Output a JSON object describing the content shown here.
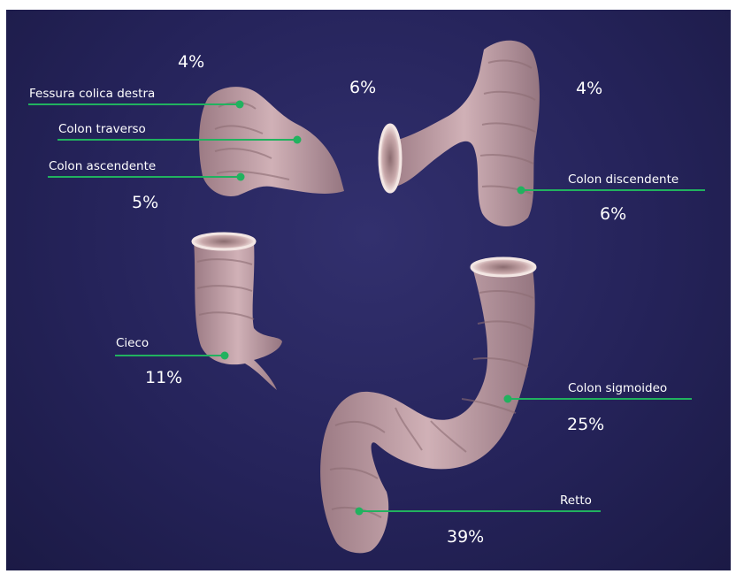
{
  "segments": [
    {
      "id": "fessura-colica-destra",
      "label": "Fessura colica destra",
      "percent": "4%"
    },
    {
      "id": "colon-traverso",
      "label": "Colon traverso",
      "percent": "6%"
    },
    {
      "id": "colon-ascendente",
      "label": "Colon ascendente",
      "percent": "5%"
    },
    {
      "id": "colon-discendente",
      "label": "Colon discendente",
      "percent": "6%"
    },
    {
      "id": "colon-discendente-top",
      "label": "",
      "percent": "4%"
    },
    {
      "id": "cieco",
      "label": "Cieco",
      "percent": "11%"
    },
    {
      "id": "colon-sigmoideo",
      "label": "Colon sigmoideo",
      "percent": "25%"
    },
    {
      "id": "retto",
      "label": "Retto",
      "percent": "39%"
    }
  ],
  "colors": {
    "background": "#25235a",
    "leader_line": "#21b25f",
    "tissue": "#c9a3a6",
    "text": "#ffffff"
  }
}
